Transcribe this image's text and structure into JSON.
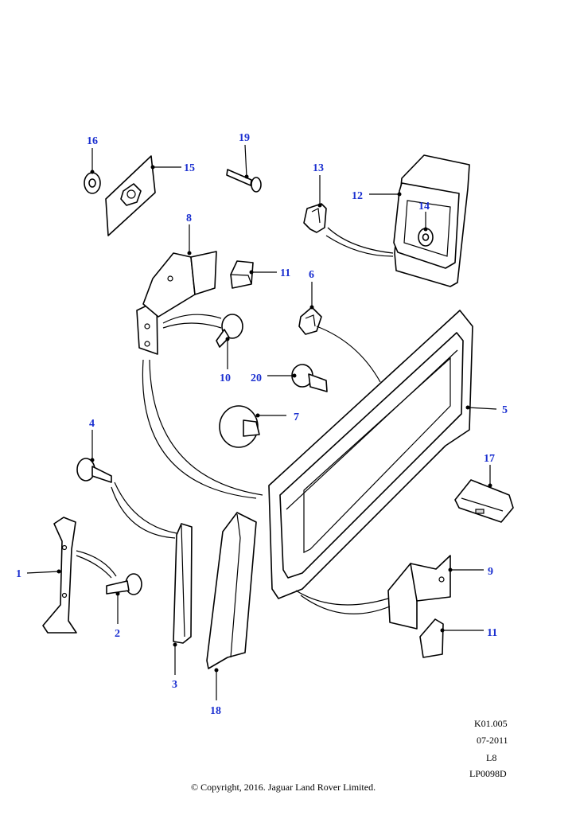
{
  "callouts": {
    "c1": "1",
    "c2": "2",
    "c3": "3",
    "c4": "4",
    "c5": "5",
    "c6": "6",
    "c7": "7",
    "c8": "8",
    "c9": "9",
    "c10": "10",
    "c11a": "11",
    "c11b": "11",
    "c12": "12",
    "c13": "13",
    "c14": "14",
    "c15": "15",
    "c16": "16",
    "c17": "17",
    "c18": "18",
    "c19": "19",
    "c20": "20"
  },
  "footer": {
    "code": "K01.005",
    "date": "07-2011",
    "level": "L8",
    "ref": "LP0098D",
    "copyright": "© Copyright, 2016. Jaguar Land Rover Limited."
  },
  "colors": {
    "callout": "#1a2fd0",
    "line": "#000000"
  }
}
